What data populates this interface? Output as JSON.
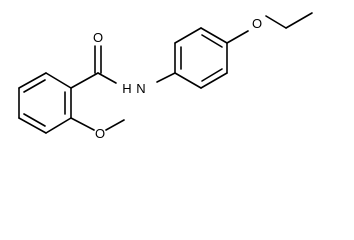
{
  "molecule": {
    "atoms": {
      "carbonyl_oxygen": "O",
      "amide_nitrogen": "N",
      "amide_hydrogen": "H",
      "methoxy_oxygen": "O",
      "ethoxy_oxygen": "O"
    },
    "colors": {
      "bond": "#000000",
      "label": "#000000",
      "background": "#ffffff"
    }
  }
}
